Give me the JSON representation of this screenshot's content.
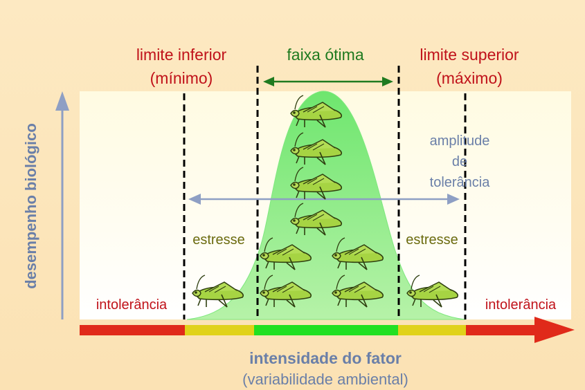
{
  "labels": {
    "lower_limit_line1": "limite inferior",
    "lower_limit_line2": "(mínimo)",
    "optimal_band": "faixa ótima",
    "upper_limit_line1": "limite superior",
    "upper_limit_line2": "(máximo)",
    "tolerance_line1": "amplitude",
    "tolerance_line2": "de",
    "tolerance_line3": "tolerância",
    "stress_left": "estresse",
    "stress_right": "estresse",
    "intolerance_left": "intolerância",
    "intolerance_right": "intolerância",
    "y_axis": "desempenho biológico",
    "x_axis_line1": "intensidade do fator",
    "x_axis_line2": "(variabilidade ambiental)"
  },
  "colors": {
    "limit_text": "#c0121a",
    "optimal_text": "#1f7a1f",
    "tolerance_text": "#6a7fa8",
    "stress_text": "#6b6b0f",
    "axis_text": "#6a7fa8",
    "curve_fill": "#7eea7e",
    "bar_red": "#e02a1a",
    "bar_yellow": "#e0d21a",
    "bar_green": "#22e022",
    "grasshopper": "#9ccc3a"
  },
  "icons": {
    "organism": "grasshopper-icon"
  }
}
